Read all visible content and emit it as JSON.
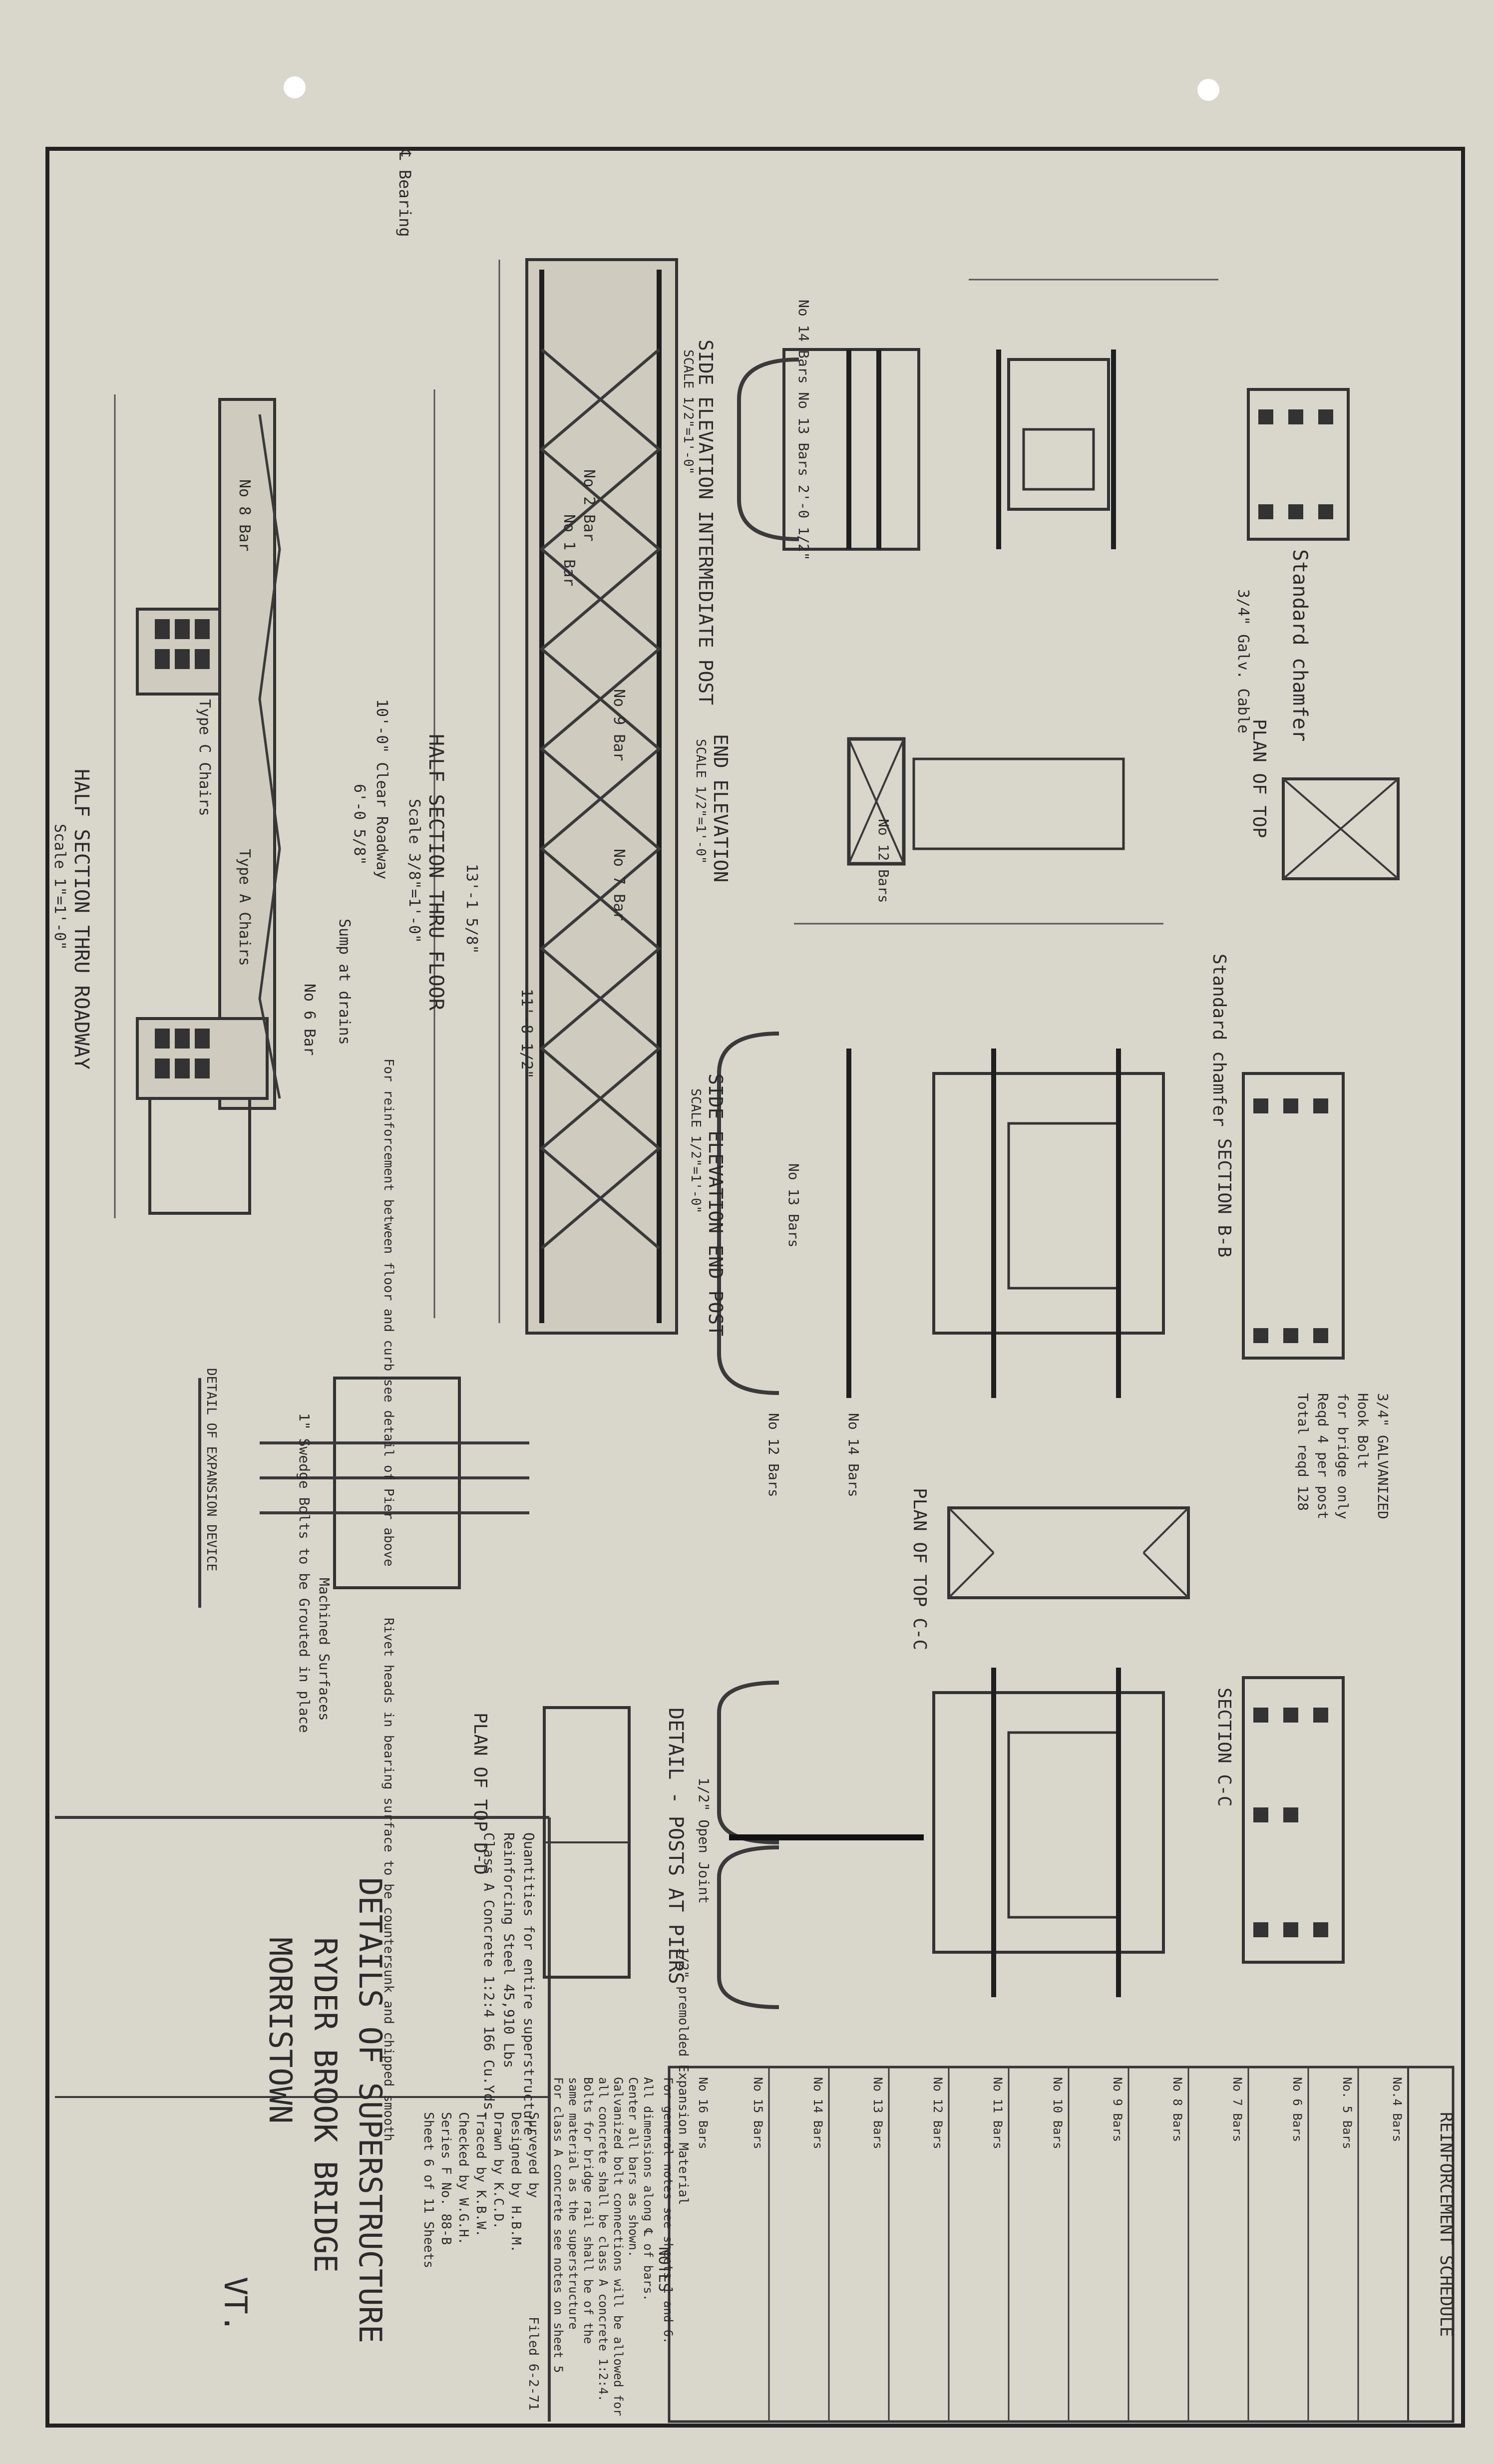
{
  "sheet": {
    "paper_color": "#d9d6cc",
    "line_color": "#2b2b2b",
    "title_lines": [
      "DETAILS OF SUPERSTRUCTURE",
      "RYDER BROOK BRIDGE",
      "MORRISTOWN",
      "VT."
    ],
    "title_block": {
      "surveyed_by": "Surveyed by",
      "designed_by": "Designed by  H.B.M.",
      "drawn_by": "Drawn by  K.C.D.",
      "traced_by": "Traced by  K.B.W.",
      "checked_by": "Checked by  W.G.H.",
      "series": "Series  F   No. 88-B",
      "sheet": "Sheet  6  of  11  Sheets",
      "filed": "Filed 6-2-71"
    }
  },
  "views": {
    "half_section_roadway": {
      "title": "HALF SECTION THRU ROADWAY",
      "scale": "Scale 1\"=1'-0\""
    },
    "half_section_floor": {
      "title": "HALF SECTION THRU FLOOR",
      "scale": "Scale 3/8\"=1'-0\""
    },
    "side_elev_intermediate": {
      "title": "SIDE ELEVATION INTERMEDIATE POST",
      "scale": "SCALE 1/2\"=1'-0\""
    },
    "end_elevation": {
      "title": "END ELEVATION",
      "scale": "SCALE 1/2\"=1'-0\""
    },
    "side_elev_end_post": {
      "title": "SIDE ELEVATION END POST",
      "scale": "SCALE 1/2\"=1'-0\""
    },
    "plan_top_1": "PLAN OF TOP",
    "plan_top_cc": "PLAN OF TOP C-C",
    "plan_top_dd": "PLAN OF TOP D-D",
    "section_bb": "SECTION B-B",
    "section_cc": "SECTION C-C",
    "detail_posts": "DETAIL - POSTS AT PIERS",
    "standard_chamfer": "Standard chamfer",
    "galv_cable": "3/4\" Galv. Cable",
    "expansion_device": "DETAIL OF EXPANSION DEVICE"
  },
  "labels": {
    "clear_roadway": "10'-0\" Clear Roadway",
    "half_width": "6'-0 5/8\"",
    "overall": "13'-1 5/8\"",
    "span": "11'-8 1/2\"",
    "bearing": "℄ Bearing",
    "bars_top": "No 14 Bars  No 13 Bars  2'-0 1/2\"",
    "no12": "No 12 Bars",
    "no13": "No 13 Bars",
    "no14": "No 14 Bars",
    "no8": "No 8 Bar",
    "no9": "No 9 Bar",
    "no2": "No 2 Bar",
    "no1": "No 1 Bar",
    "no7": "No 7 Bar",
    "no6": "No 6 Bar",
    "type_c": "Type C Chairs",
    "type_a": "Type A Chairs",
    "sump": "Sump at drains",
    "open_joint": "1/2\" Open Joint",
    "premolded": "1/2\" premolded Expansion Material",
    "machined": "Machined Surfaces",
    "rivet": "Rivet heads in bearing surface to be countersunk and chipped smooth",
    "wedge": "1\" Swedge Bolts to be Grouted in place",
    "reinf_note": "For reinforcement between floor and curb see detail of Pier above"
  },
  "quantities": {
    "heading": "Quantities for entire superstructure",
    "steel": "Reinforcing Steel   45,910 Lbs",
    "concrete": "Class A Concrete  1:2:4   166 Cu.Yds."
  },
  "schedule": {
    "title": "REINFORCEMENT SCHEDULE",
    "rows": [
      "No.4 Bars",
      "No. 5 Bars",
      "No 6 Bars",
      "No 7 Bars",
      "No 8 Bars",
      "No 9 Bars",
      "No 10 Bars",
      "No 11 Bars",
      "No 12 Bars",
      "No 13 Bars",
      "No 14 Bars",
      "No 15 Bars",
      "No 16 Bars"
    ]
  },
  "notes": {
    "heading": "NOTES",
    "lines": [
      "All dimensions along ℄ of bars.",
      "Center all bars as shown.",
      "Galvanized bolt connections will be allowed for",
      "all concrete shall be class A concrete 1:2:4.",
      "Bolts for bridge rail shall be of the",
      "same material as the superstructure",
      "For class A concrete see notes on sheet 5",
      "For general notes see sheets 1 and 6."
    ]
  },
  "bolt_note": {
    "lines": [
      "3/4\" GALVANIZED",
      "Hook Bolt",
      "for bridge only",
      "Reqd 4 per post",
      "Total reqd 128"
    ]
  }
}
